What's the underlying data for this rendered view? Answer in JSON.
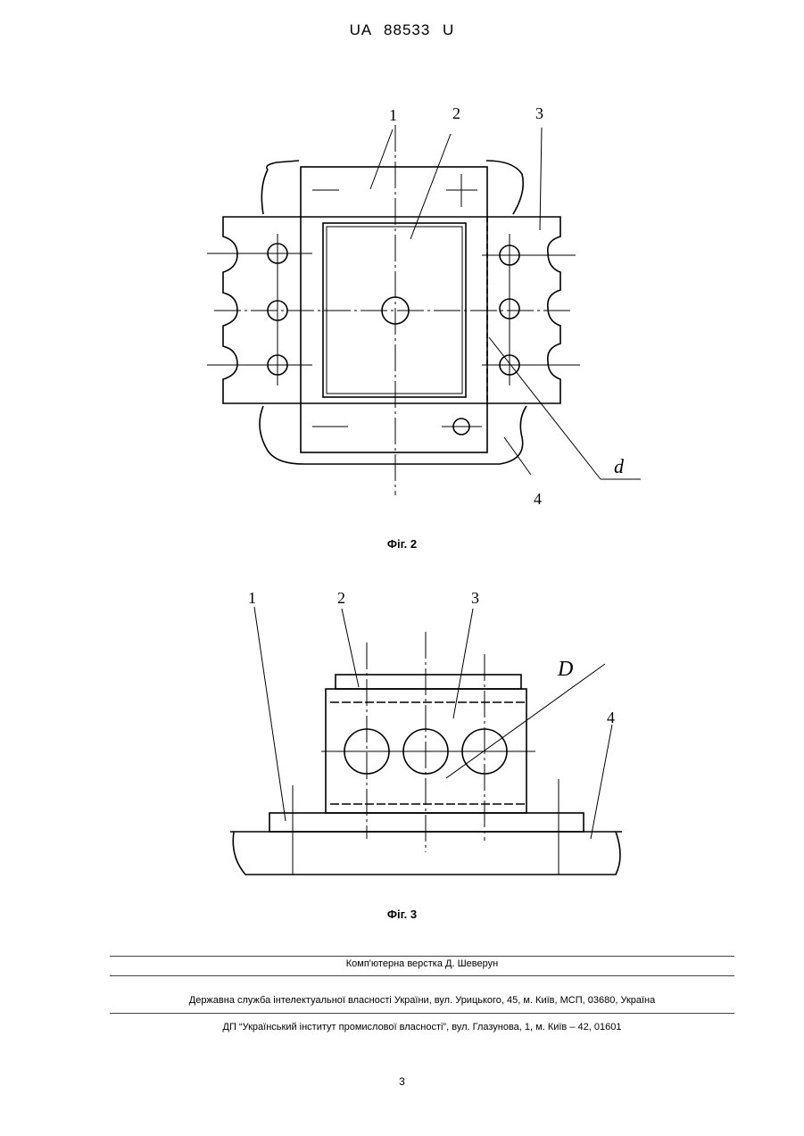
{
  "header": {
    "doc_id": "UA   88533   U"
  },
  "figure2": {
    "caption": "Фіг. 2",
    "labels": {
      "l1": "1",
      "l2": "2",
      "l3": "3",
      "l4": "4",
      "ld": "d"
    }
  },
  "figure3": {
    "caption": "Фіг. 3",
    "labels": {
      "l1": "1",
      "l2": "2",
      "l3": "3",
      "l4": "4",
      "lD": "D"
    }
  },
  "footer": {
    "layout_credit": "Комп'ютерна верстка Д. Шеверун",
    "agency": "Державна служба інтелектуальної власності України, вул. Урицького, 45, м. Київ, МСП, 03680, Україна",
    "institute": "ДП “Український інститут промислової власності”, вул. Глазунова, 1, м. Київ – 42, 01601"
  },
  "page_number": "3"
}
